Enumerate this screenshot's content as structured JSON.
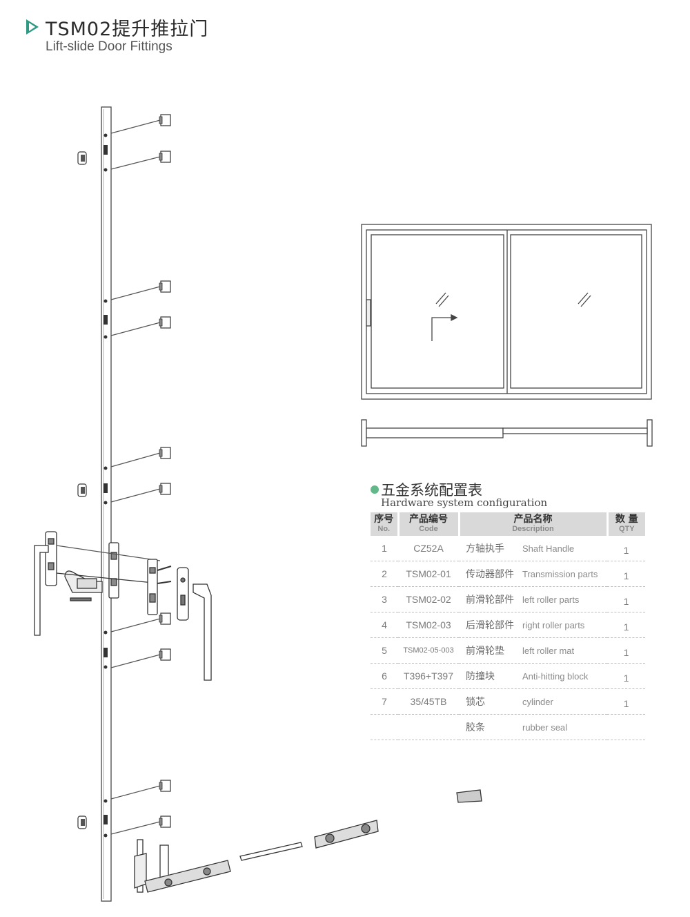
{
  "header": {
    "title": "TSM02提升推拉门",
    "subtitle": "Lift-slide Door Fittings"
  },
  "table_section": {
    "title": "五金系统配置表",
    "subtitle": "Hardware system configuration",
    "columns": [
      {
        "zh": "序号",
        "en": "No."
      },
      {
        "zh": "产品编号",
        "en": "Code"
      },
      {
        "zh": "产品名称",
        "en": "Description"
      },
      {
        "zh": "数 量",
        "en": "QTY"
      }
    ],
    "rows": [
      {
        "no": "1",
        "code": "CZ52A",
        "desc_zh": "方轴执手",
        "desc_en": "Shaft Handle",
        "qty": "1"
      },
      {
        "no": "2",
        "code": "TSM02-01",
        "desc_zh": "传动器部件",
        "desc_en": "Transmission parts",
        "qty": "1"
      },
      {
        "no": "3",
        "code": "TSM02-02",
        "desc_zh": "前滑轮部件",
        "desc_en": "left roller parts",
        "qty": "1"
      },
      {
        "no": "4",
        "code": "TSM02-03",
        "desc_zh": "后滑轮部件",
        "desc_en": "right roller parts",
        "qty": "1"
      },
      {
        "no": "5",
        "code": "TSM02-05-003",
        "desc_zh": "前滑轮垫",
        "desc_en": "left roller mat",
        "qty": "1"
      },
      {
        "no": "6",
        "code": "T396+T397",
        "desc_zh": "防撞块",
        "desc_en": "Anti-hitting block",
        "qty": "1"
      },
      {
        "no": "7",
        "code": "35/45TB",
        "desc_zh": "锁芯",
        "desc_en": "cylinder",
        "qty": "1"
      },
      {
        "no": "",
        "code": "",
        "desc_zh": "胶条",
        "desc_en": "rubber seal",
        "qty": ""
      }
    ]
  },
  "colors": {
    "accent_arrow": "#2e9a84",
    "bullet": "#63b88a",
    "header_bg": "#d9d9d9",
    "line_art": "#555555"
  },
  "icons": {
    "title_marker": "triangle-arrow-icon",
    "section_bullet": "dot-bullet-icon"
  }
}
